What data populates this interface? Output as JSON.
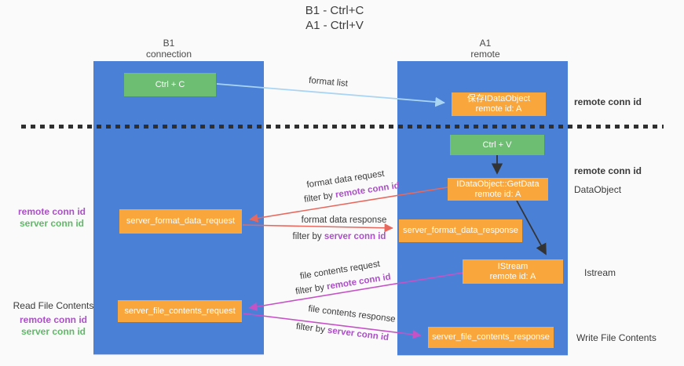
{
  "title": {
    "line1": "B1 - Ctrl+C",
    "line2": "A1 - Ctrl+V"
  },
  "columns": {
    "b1": {
      "name": "B1",
      "subtitle": "connection"
    },
    "a1": {
      "name": "A1",
      "subtitle": "remote"
    }
  },
  "nodes": {
    "ctrl_c": "Ctrl + C",
    "ctrl_v": "Ctrl + V",
    "save_dataobject": {
      "line1": "保存IDataObject",
      "line2": "remote id: A"
    },
    "getdata": {
      "line1": "IDataObject::GetData",
      "line2": "remote id: A"
    },
    "istream": {
      "line1": "IStream",
      "line2": "remote id: A"
    },
    "format_request": "server_format_data_request",
    "format_response": "server_format_data_response",
    "file_request": "server_file_contents_request",
    "file_response": "server_file_contents_response"
  },
  "arrow_labels": {
    "format_list": "format list",
    "format_data_request": "format data request",
    "filter_remote_1": {
      "prefix": "filter by ",
      "id": "remote conn id"
    },
    "format_data_response": "format data response",
    "filter_server_1": {
      "prefix": "filter by ",
      "id": "server conn id"
    },
    "file_contents_request": "file contents request",
    "filter_remote_2": {
      "prefix": "filter by ",
      "id": "remote conn id"
    },
    "file_contents_response": "file contents response",
    "filter_server_2": {
      "prefix": "filter by ",
      "id": "server conn id"
    }
  },
  "side_labels": {
    "right_remote_1": "remote conn id",
    "right_remote_2": "remote conn id",
    "right_dataobject": "DataObject",
    "right_istream": "Istream",
    "right_write": "Write File Contents",
    "left_remote_1": "remote conn id",
    "left_server_1": "server conn id",
    "left_read": "Read File Contents",
    "left_remote_2": "remote conn id",
    "left_server_2": "server conn id"
  },
  "colors": {
    "column_blue": "#4a80d6",
    "node_green": "#6dbd72",
    "node_orange": "#f9a73d",
    "remote_conn_id_purple": "#ac50c8",
    "server_conn_id_green": "#5fba67",
    "request_arrow_red": "#e8685e",
    "file_arrow_magenta": "#c653c6",
    "format_list_arrow_blue": "#a9d5f3",
    "black_arrow": "#333333"
  }
}
